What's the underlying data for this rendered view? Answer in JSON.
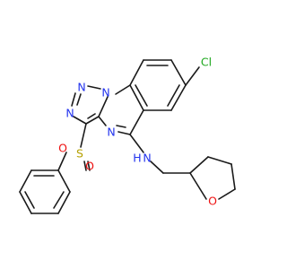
{
  "molecule": {
    "atom_labels": {
      "cl": "Cl",
      "n1": "N",
      "n2": "N",
      "n3": "N",
      "n4": "N",
      "nh_n": "N",
      "nh_h": "H",
      "s": "S",
      "o1": "O",
      "o2": "O",
      "o_ring": "O"
    },
    "colors": {
      "bond": "#1a1a1a",
      "nitrogen": "#2233ee",
      "oxygen": "#ee1111",
      "chlorine": "#1fa81f",
      "sulfur": "#b5a000"
    }
  }
}
